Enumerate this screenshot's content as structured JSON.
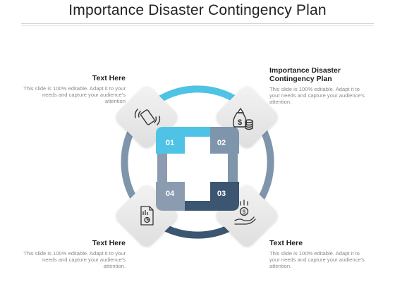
{
  "title": "Importance Disaster Contingency Plan",
  "steps": [
    {
      "number": "01",
      "heading": "Text Here",
      "body": "This slide is 100% editable. Adapt it to your needs and capture your audience's attention",
      "icon": "phone-signal-icon",
      "color": "#4fc3e6"
    },
    {
      "number": "02",
      "heading": "Importance Disaster Contingency Plan",
      "body": "This slide is 100% editable. Adapt it to your needs and capture your audience's attention.",
      "icon": "money-bag-icon",
      "color": "#7f95ab"
    },
    {
      "number": "03",
      "heading": "Text Here",
      "body": "This slide is 100% editable. Adapt it to your needs and capture your audience's attention.",
      "icon": "money-hand-icon",
      "color": "#3c5571"
    },
    {
      "number": "04",
      "heading": "Text Here",
      "body": "This slide is 100% editable. Adapt it to your needs and capture your audience's attention.",
      "icon": "document-chart-icon",
      "color": "#8c9cb0"
    }
  ],
  "colors": {
    "accent_cyan": "#4fc3e6",
    "slate_light": "#8c9cb0",
    "slate_mid": "#7f95ab",
    "slate_dark": "#3c5571",
    "tile": "#e9e9e9"
  }
}
